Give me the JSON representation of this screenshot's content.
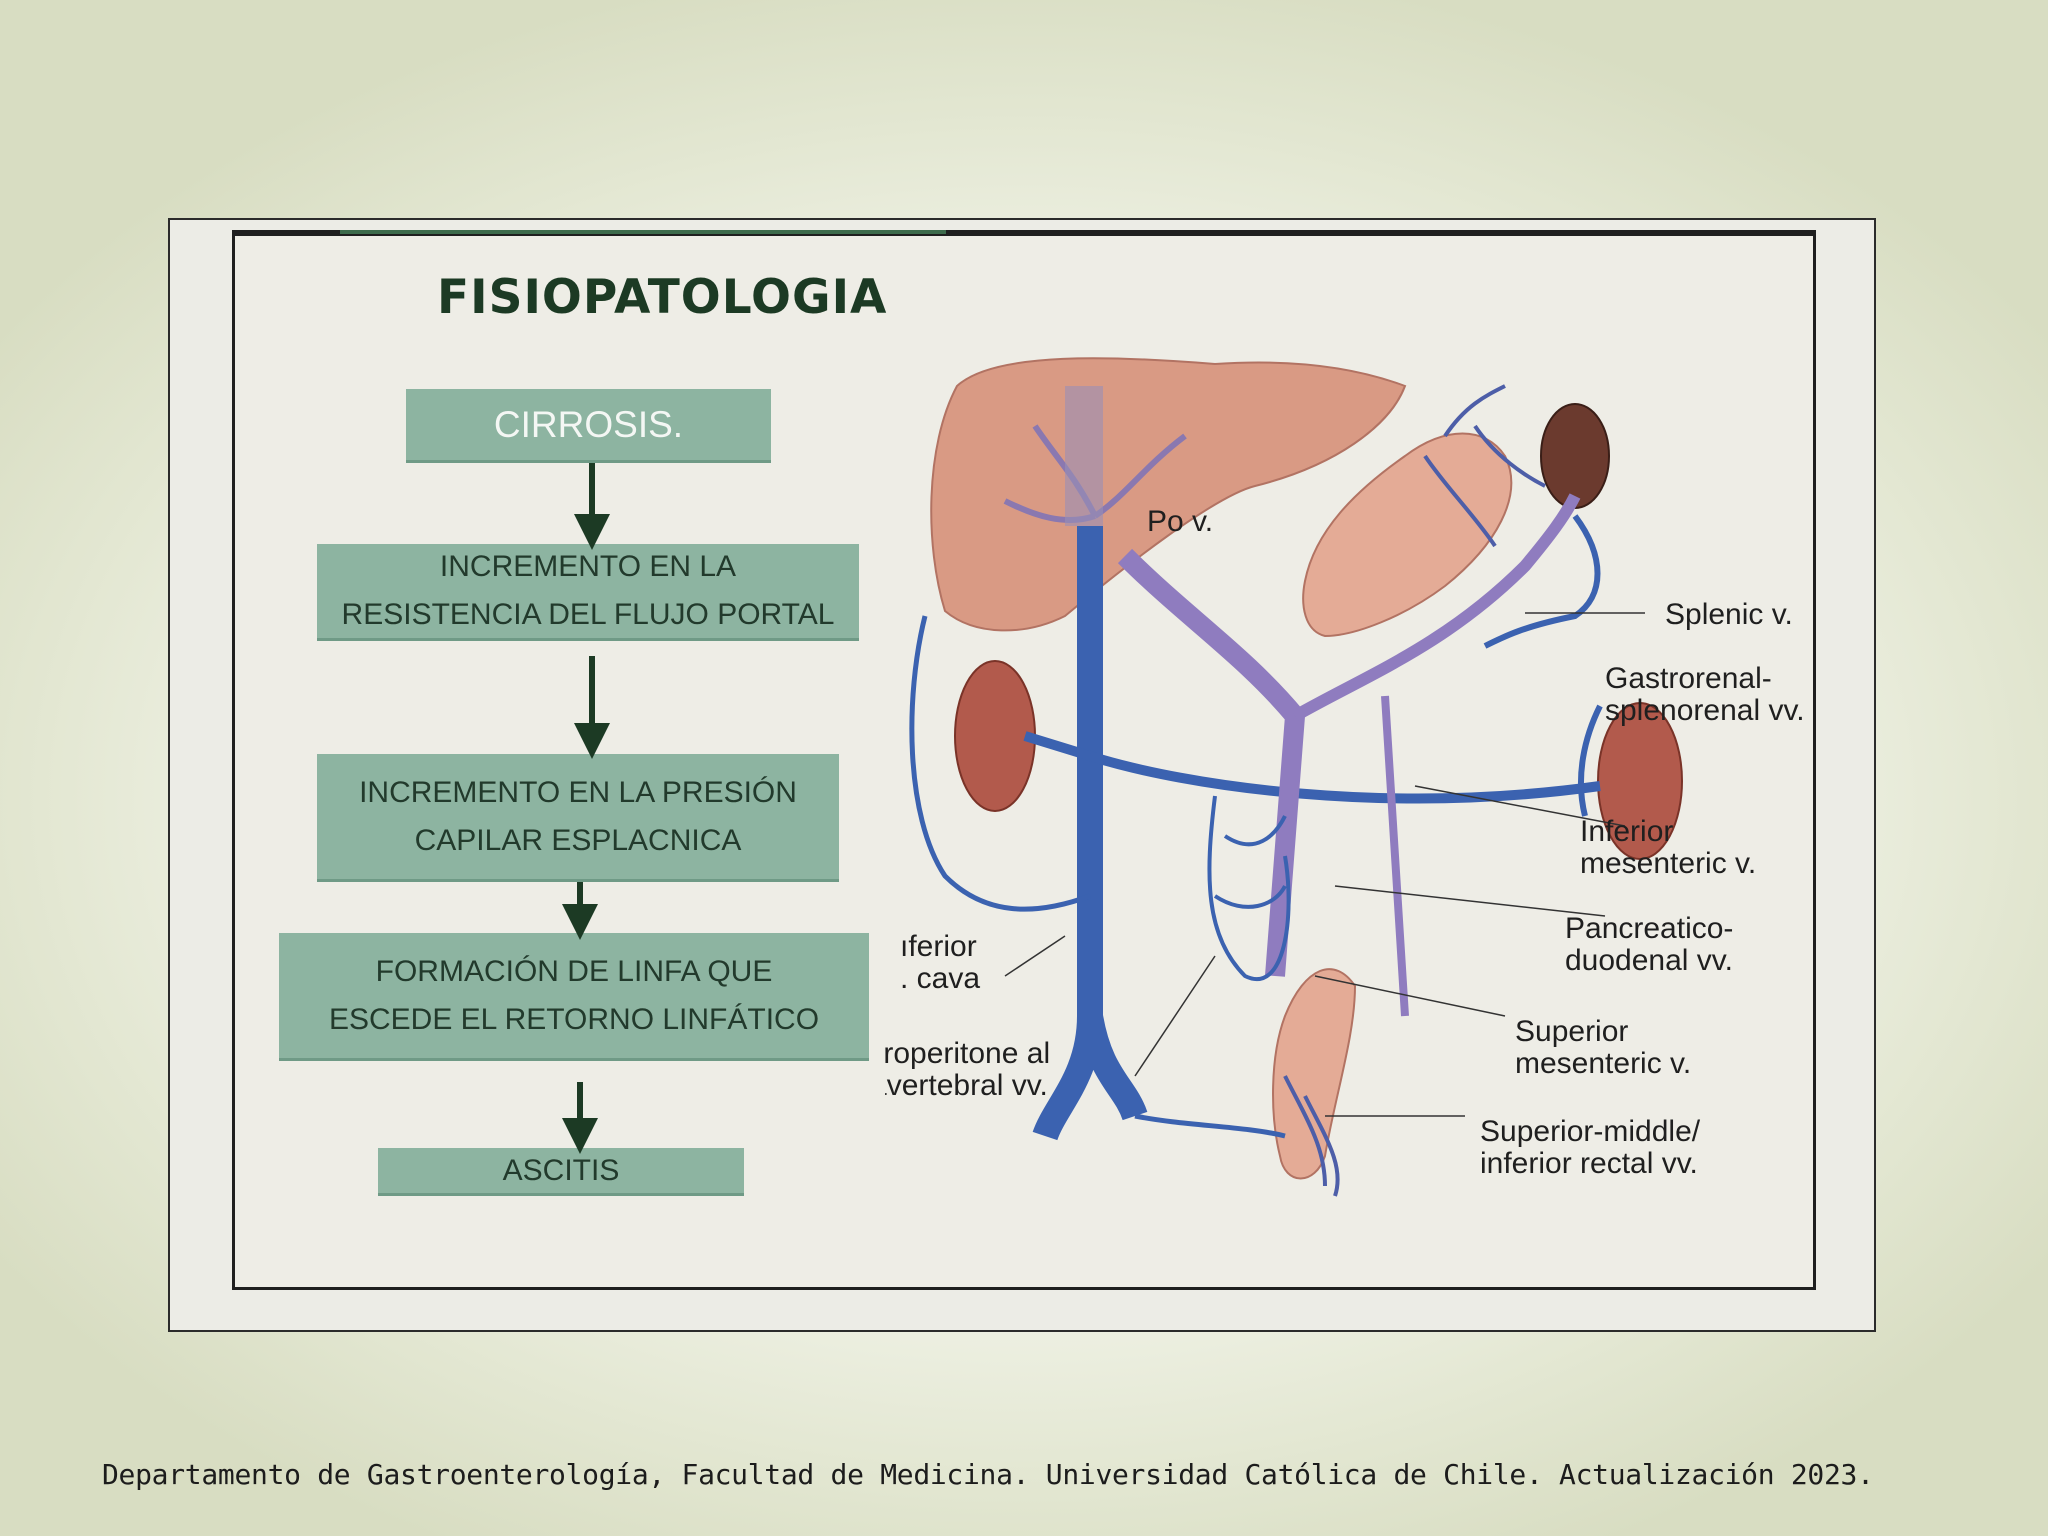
{
  "title": "FISIOPATOLOGIA",
  "flow": {
    "step1": "CIRROSIS.",
    "step2": "INCREMENTO EN LA\nRESISTENCIA DEL FLUJO PORTAL",
    "step3": "INCREMENTO EN LA PRESIÓN\nCAPILAR ESPLACNICA",
    "step4": "FORMACIÓN DE LINFA QUE\nESCEDE EL RETORNO LINFÁTICO",
    "step5": "ASCITIS"
  },
  "anatomy_labels": {
    "portal": "Po      v.",
    "splenic": "Splenic v.",
    "gastrorenal_1": "Gastrorenal-",
    "gastrorenal_2": "splenorenal vv.",
    "inferior_mesenteric_1": "Inferior",
    "inferior_mesenteric_2": "mesenteric v.",
    "pancreatico_1": "Pancreatico-",
    "pancreatico_2": "duodenal vv.",
    "superior_mesenteric_1": "Superior",
    "superior_mesenteric_2": "mesenteric v.",
    "rectal_1": "Superior-middle/",
    "rectal_2": "inferior rectal vv.",
    "vena_cava_1": "ıferior",
    "vena_cava_2": ". cava",
    "retroperitoneal_1": "troperitone al",
    "retroperitoneal_2": "p  avertebral vv."
  },
  "footer": "Departamento de Gastroenterología, Facultad de Medicina. Universidad Católica de Chile. Actualización 2023.",
  "colors": {
    "box_fill": "#8db4a1",
    "title": "#1c3a24",
    "arrow": "#1c3a24",
    "vein_blue": "#3b62b0",
    "portal_purple": "#8f7cbf",
    "liver": "#d99a84",
    "kidney": "#b25a4c"
  }
}
